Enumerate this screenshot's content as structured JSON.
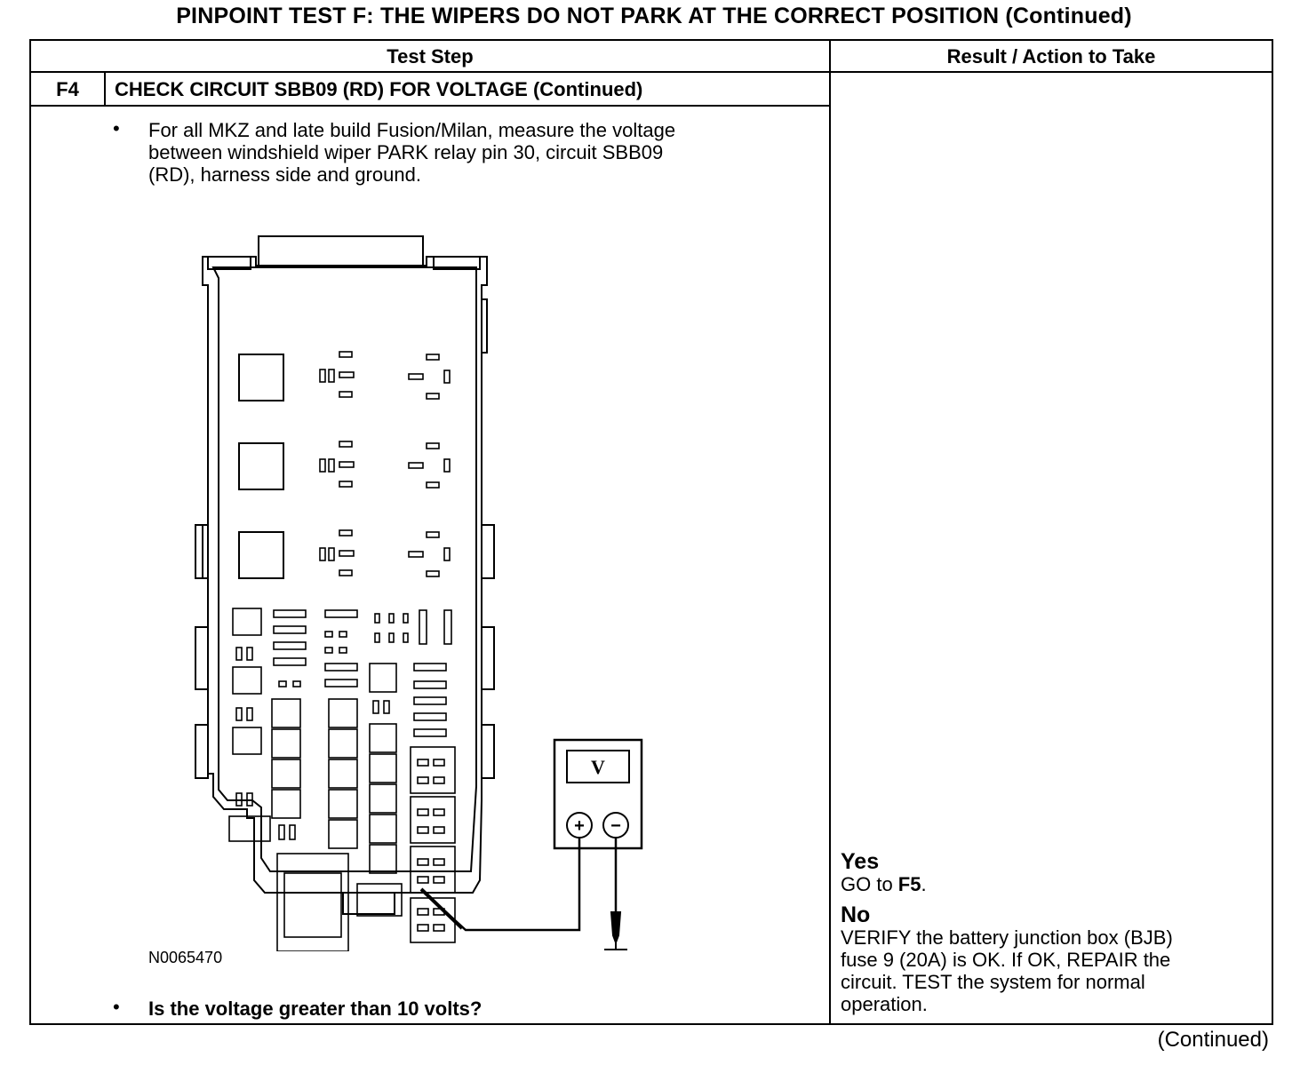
{
  "title": "PINPOINT TEST  F: THE WIPERS DO NOT PARK AT THE CORRECT POSITION (Continued)",
  "table": {
    "col_test_step": "Test Step",
    "col_result": "Result / Action to Take"
  },
  "step": {
    "id": "F4",
    "title": "CHECK CIRCUIT SBB09 (RD) FOR VOLTAGE (Continued)",
    "bullet_glyph": "•",
    "instruction_lines": [
      "For all MKZ and late build Fusion/Milan, measure the voltage",
      "between windshield wiper PARK relay pin 30, circuit SBB09",
      "(RD), harness side and ground."
    ],
    "figure_id": "N0065470",
    "question": "Is the voltage greater than 10 volts?",
    "meter_label": "V",
    "meter_plus": "+",
    "meter_minus": "−"
  },
  "result": {
    "yes_label": "Yes",
    "yes_action_prefix": "GO to ",
    "yes_action_target": "F5",
    "yes_action_suffix": ".",
    "no_label": "No",
    "no_action_lines": [
      "VERIFY the battery junction box (BJB)",
      "fuse 9 (20A) is OK. If OK, REPAIR the",
      "circuit. TEST the system for normal",
      "operation."
    ]
  },
  "footer": "(Continued)"
}
